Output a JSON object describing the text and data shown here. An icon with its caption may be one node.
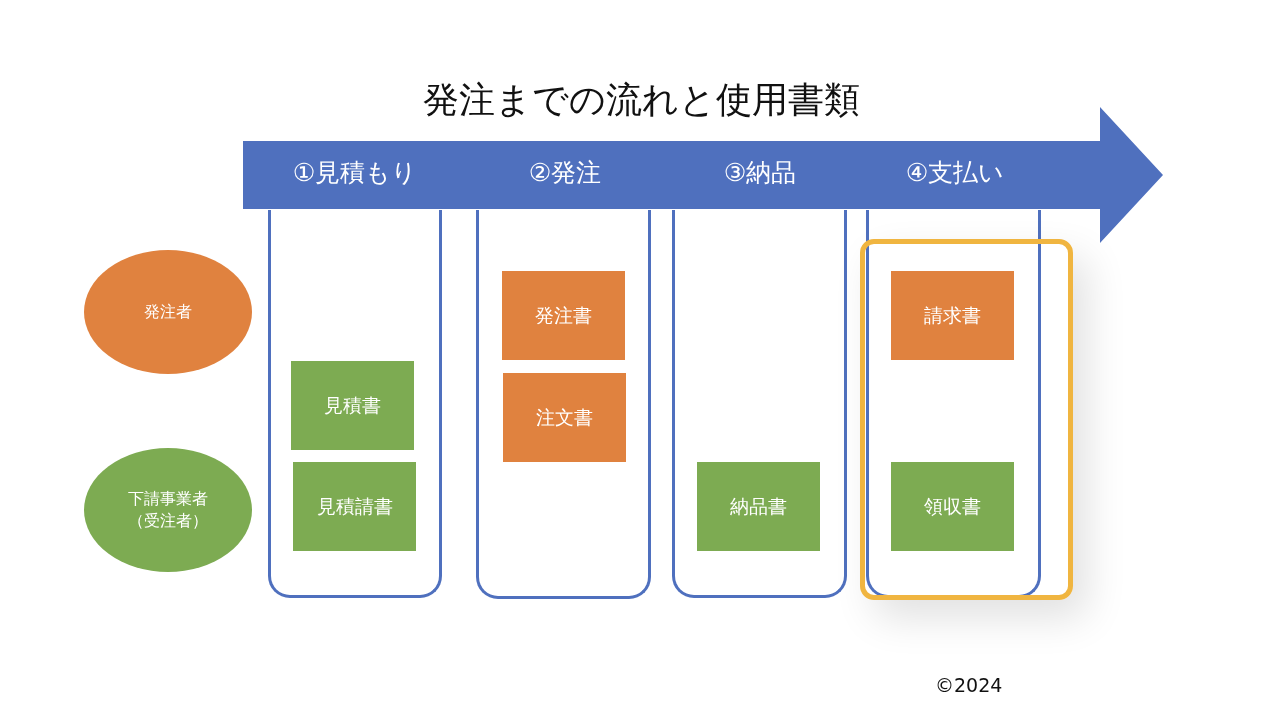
{
  "diagram": {
    "title": "発注までの流れと使用書類",
    "nodes": [
      {
        "text": [
          "①見積もり",
          "②発注",
          "③納品",
          "④支払い"
        ]
      },
      {
        "text": [
          "発注者"
        ]
      },
      {
        "text": [
          "下請事業者（受注者）"
        ]
      },
      {
        "text": [],
        "shape": "box"
      },
      {
        "text": [
          "見積書"
        ],
        "in": 3
      },
      {
        "text": [
          "見積請書"
        ],
        "in": 3
      },
      {
        "text": [],
        "shape": "box"
      },
      {
        "text": [
          "発注書"
        ],
        "in": 6
      },
      {
        "text": [
          "注文書"
        ],
        "in": 6
      },
      {
        "text": [],
        "shape": "box"
      },
      {
        "text": [
          "納品書"
        ],
        "in": 9
      },
      {
        "text": [],
        "shape": "box"
      },
      {
        "text": [
          "請求書"
        ],
        "in": 11
      },
      {
        "text": [
          "領収書"
        ],
        "in": 11
      }
    ],
    "labels": [
      "©2024"
    ]
  }
}
